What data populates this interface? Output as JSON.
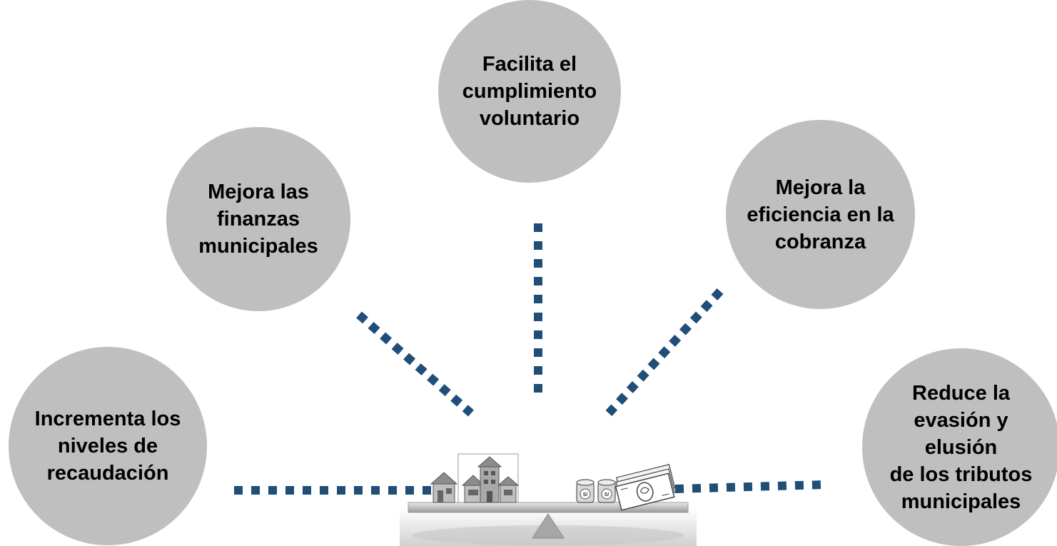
{
  "bubbles": {
    "center": "Facilita el\ncumplimiento\nvoluntario",
    "left": "Mejora las\nfinanzas\nmunicipales",
    "right": "Mejora la\neficiencia en la\ncobranza",
    "far_left": "Incrementa los\nniveles de\nrecaudación",
    "far_right": "Reduce la\nevasión y elusión\nde los tributos\nmunicipales"
  },
  "illustration": {
    "type": "balance-scale",
    "left_pan": "houses-and-buildings",
    "right_pan": "coins-and-banknotes",
    "coin_label": "S/"
  },
  "colors": {
    "bubble_fill": "#bfbfbf",
    "connector": "#1f4e79",
    "text": "#000000"
  }
}
